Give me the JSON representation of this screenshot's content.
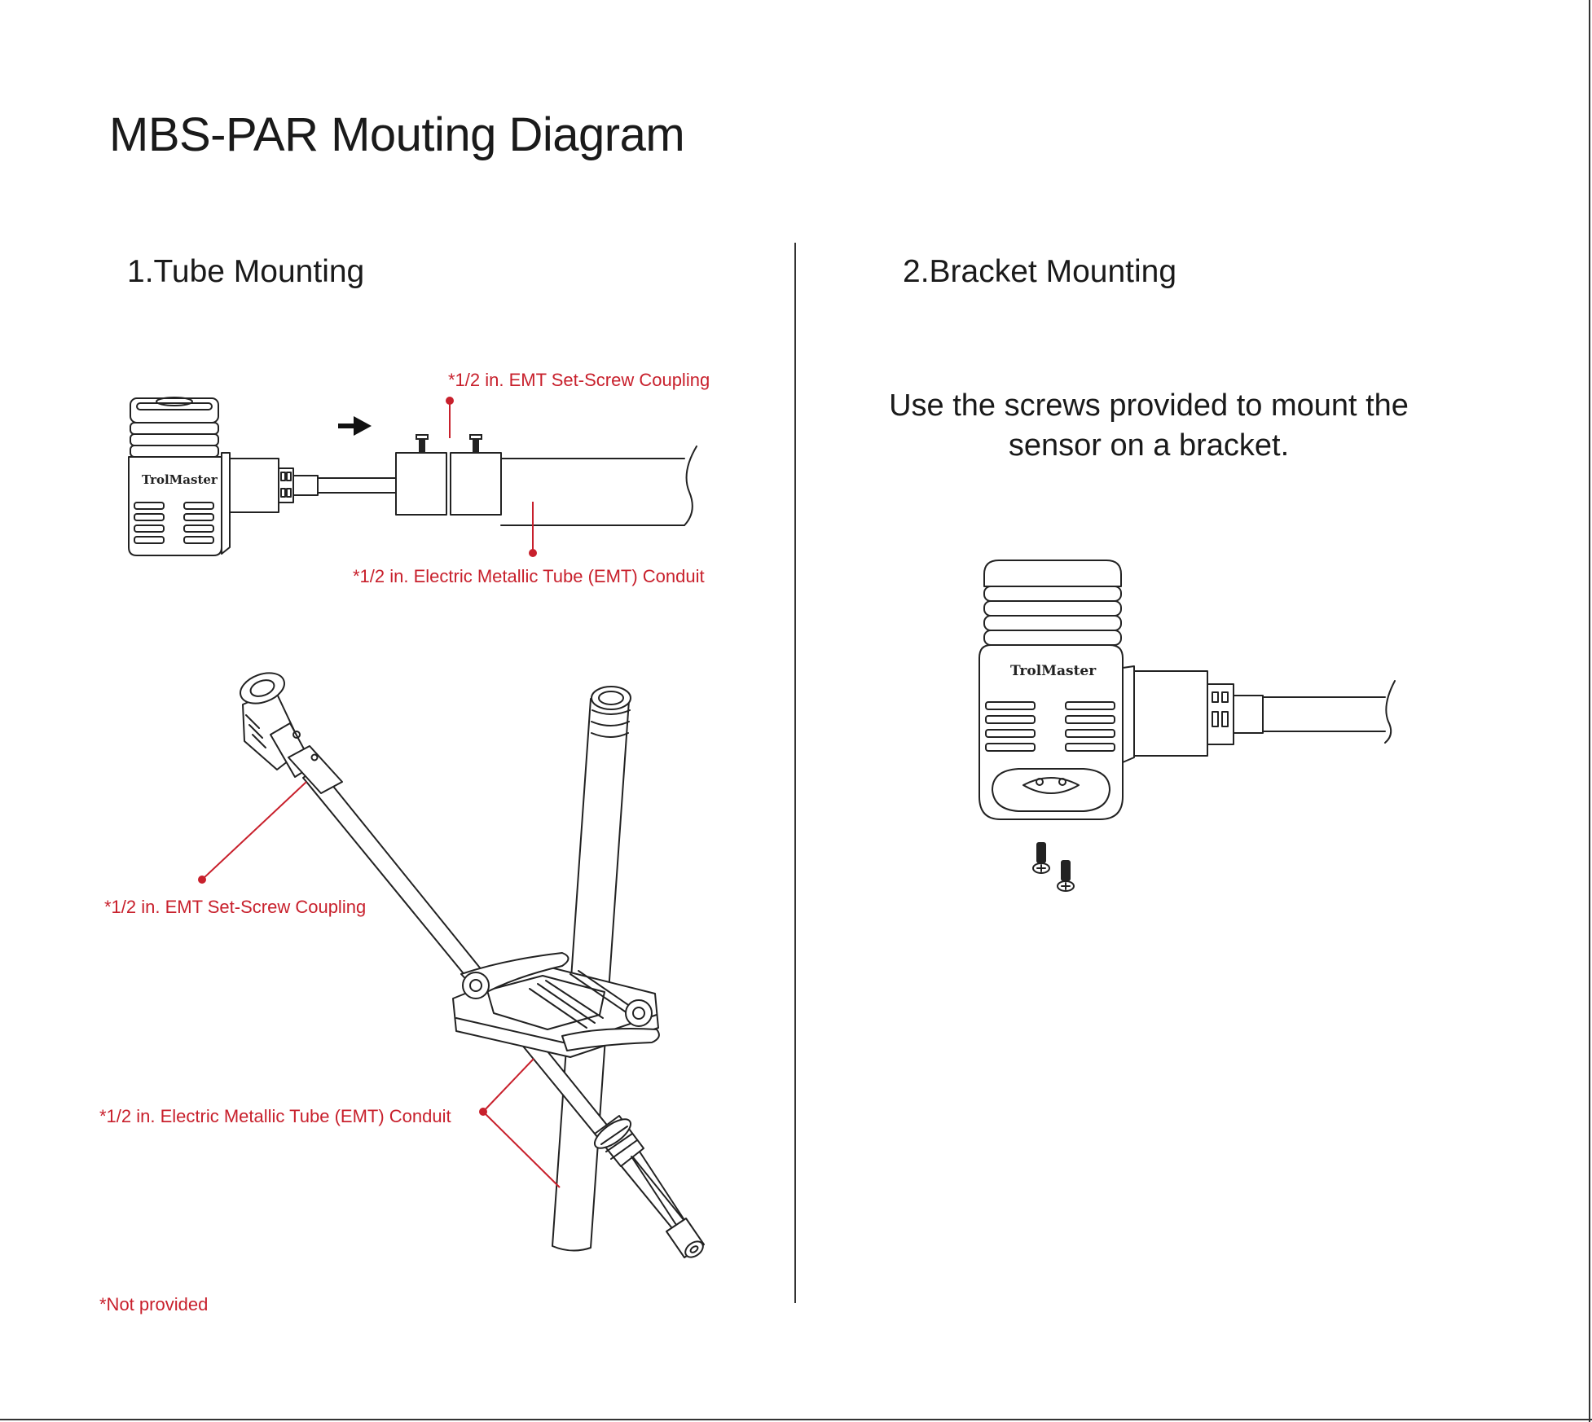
{
  "page": {
    "title": "MBS-PAR Mouting Diagram"
  },
  "sections": [
    {
      "title": "1.Tube Mounting"
    },
    {
      "title": "2.Bracket Mounting"
    }
  ],
  "tube_top": {
    "coupling_label": "*1/2 in. EMT Set-Screw Coupling",
    "conduit_label": "*1/2 in. Electric Metallic Tube (EMT) Conduit"
  },
  "tube_bottom": {
    "coupling_label": "*1/2 in. EMT Set-Screw Coupling",
    "conduit_label": "*1/2 in. Electric Metallic Tube (EMT) Conduit"
  },
  "footnote": "*Not provided",
  "bracket": {
    "instruction": "Use the screws provided to mount the sensor on a bracket."
  },
  "brand": "TrolMaster",
  "icons": {
    "arrow": "arrow-right-icon",
    "screw": "screw-icon"
  },
  "colors": {
    "callout": "#c8202c",
    "line": "#222222"
  }
}
